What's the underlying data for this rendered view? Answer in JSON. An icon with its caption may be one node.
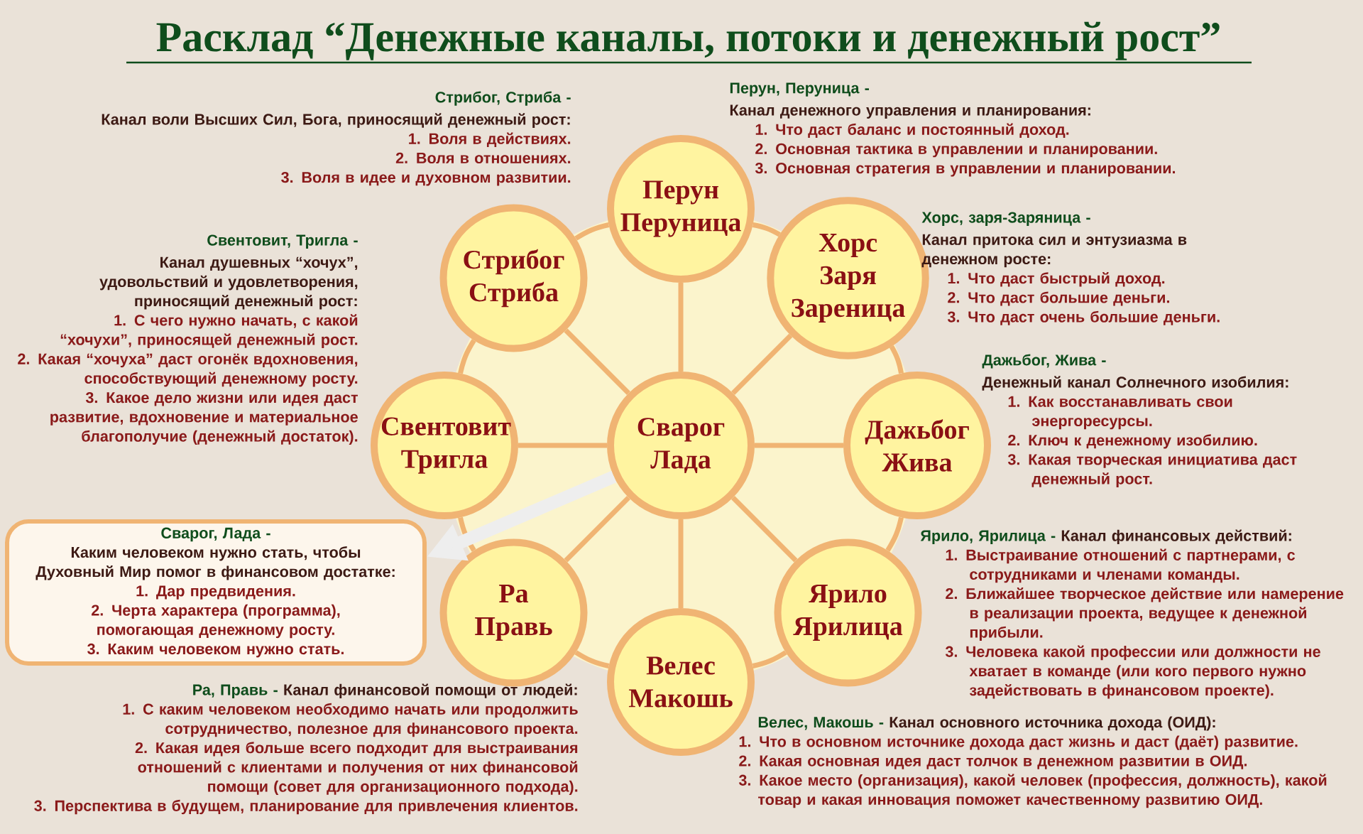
{
  "diagram": {
    "title": "Расклад “Денежные каналы, потоки и денежный рост”",
    "nodes": [
      {
        "text": [
          "Сварог Лада"
        ]
      },
      {
        "text": [
          "Перун Перуница"
        ]
      },
      {
        "text": [
          "Хорс Заря Зареница"
        ]
      },
      {
        "text": [
          "Дажьбог Жива"
        ]
      },
      {
        "text": [
          "Ярило Ярилица"
        ]
      },
      {
        "text": [
          "Велес Макошь"
        ]
      },
      {
        "text": [
          "Ра Правь"
        ]
      },
      {
        "text": [
          "Свентовит Тригла"
        ]
      },
      {
        "text": [
          "Стрибог Стриба"
        ]
      },
      {
        "text": [
          "Сварог, Лада -",
          "Каким человеком нужно стать, чтобы Духовный Мир помог в финансовом достатке:",
          "1. Дар предвидения.",
          "2. Черта характера (программа), помогающая денежному росту.",
          "3. Каким человеком нужно стать."
        ]
      }
    ],
    "edges": [
      {
        "from": 0,
        "to": 1,
        "arrow": "none"
      },
      {
        "from": 0,
        "to": 2,
        "arrow": "none"
      },
      {
        "from": 0,
        "to": 3,
        "arrow": "none"
      },
      {
        "from": 0,
        "to": 4,
        "arrow": "none"
      },
      {
        "from": 0,
        "to": 5,
        "arrow": "none"
      },
      {
        "from": 0,
        "to": 6,
        "arrow": "none"
      },
      {
        "from": 0,
        "to": 7,
        "arrow": "none"
      },
      {
        "from": 0,
        "to": 8,
        "arrow": "none"
      },
      {
        "from": 1,
        "to": 2,
        "arrow": "none"
      },
      {
        "from": 2,
        "to": 3,
        "arrow": "none"
      },
      {
        "from": 3,
        "to": 4,
        "arrow": "none"
      },
      {
        "from": 4,
        "to": 5,
        "arrow": "none"
      },
      {
        "from": 5,
        "to": 6,
        "arrow": "none"
      },
      {
        "from": 6,
        "to": 7,
        "arrow": "none"
      },
      {
        "from": 7,
        "to": 8,
        "arrow": "none"
      },
      {
        "from": 8,
        "to": 1,
        "arrow": "none"
      },
      {
        "from": 0,
        "to": 9,
        "arrow": "to",
        "style": "thick",
        "color": "#eeeeee"
      }
    ],
    "labels": [
      "Стрибог, Стриба -",
      "Канал воли Высших Сил, Бога, приносящий денежный рост:",
      "1. Воля в действиях.",
      "2. Воля в отношениях.",
      "3. Воля в идее и духовном развитии.",
      "Перун, Перуница -",
      "Канал денежного управления и планирования:",
      "1. Что даст баланс и постоянный доход.",
      "2. Основная тактика в управлении и планировании.",
      "3. Основная стратегия в управлении и планировании.",
      "Свентовит, Тригла -",
      "Канал душевных “хочух”, удовольствий и удовлетворения, приносящий денежный рост:",
      "1. С чего нужно начать, с какой “хочухи”, приносящей денежный рост.",
      "2. Какая “хочуха” даст огонёк вдохновения, способствующий денежному росту.",
      "3. Какое дело жизни или идея даст развитие, вдохновение и материальное благополучие (денежный достаток).",
      "Хорс, заря-Заряница -",
      "Канал притока сил и энтузиазма в денежном росте:",
      "1. Что даст быстрый доход.",
      "2. Что даст большие деньги.",
      "3. Что даст очень большие деньги.",
      "Дажьбог, Жива -",
      "Денежный канал Солнечного изобилия:",
      "1. Как восстанавливать свои энергоресурсы.",
      "2. Ключ к денежному изобилию.",
      "3. Какая творческая инициатива даст денежный рост.",
      "Ярило, Ярилица -",
      "Канал финансовых действий:",
      "1. Выстраивание отношений с партнерами, с сотрудниками и членами команды.",
      "2. Ближайшее творческое действие или намерение в реализации проекта, ведущее к денежной прибыли.",
      "3. Человека какой профессии или должности не хватает в команде (или кого первого нужно задействовать в финансовом проекте).",
      "Ра, Правь -",
      "Канал финансовой помощи от людей:",
      "1. С каким человеком необходимо начать или продолжить сотрудничество, полезное для финансового проекта.",
      "2. Какая идея больше всего подходит для выстраивания отношений с клиентами и получения от них финансовой помощи (совет для организационного подхода).",
      "3. Перспектива в будущем, планирование для привлечения клиентов.",
      "Велес, Макошь -",
      "Канал основного источника дохода (ОИД):",
      "1. Что в основном источнике дохода даст жизнь и даст (даёт) развитие.",
      "2. Какая основная идея даст толчок в денежном развитии в ОИД.",
      "3. Какое место (организация), какой человек (профессия, должность), какой товар и какая инновация поможет качественному развитию ОИД."
    ]
  }
}
